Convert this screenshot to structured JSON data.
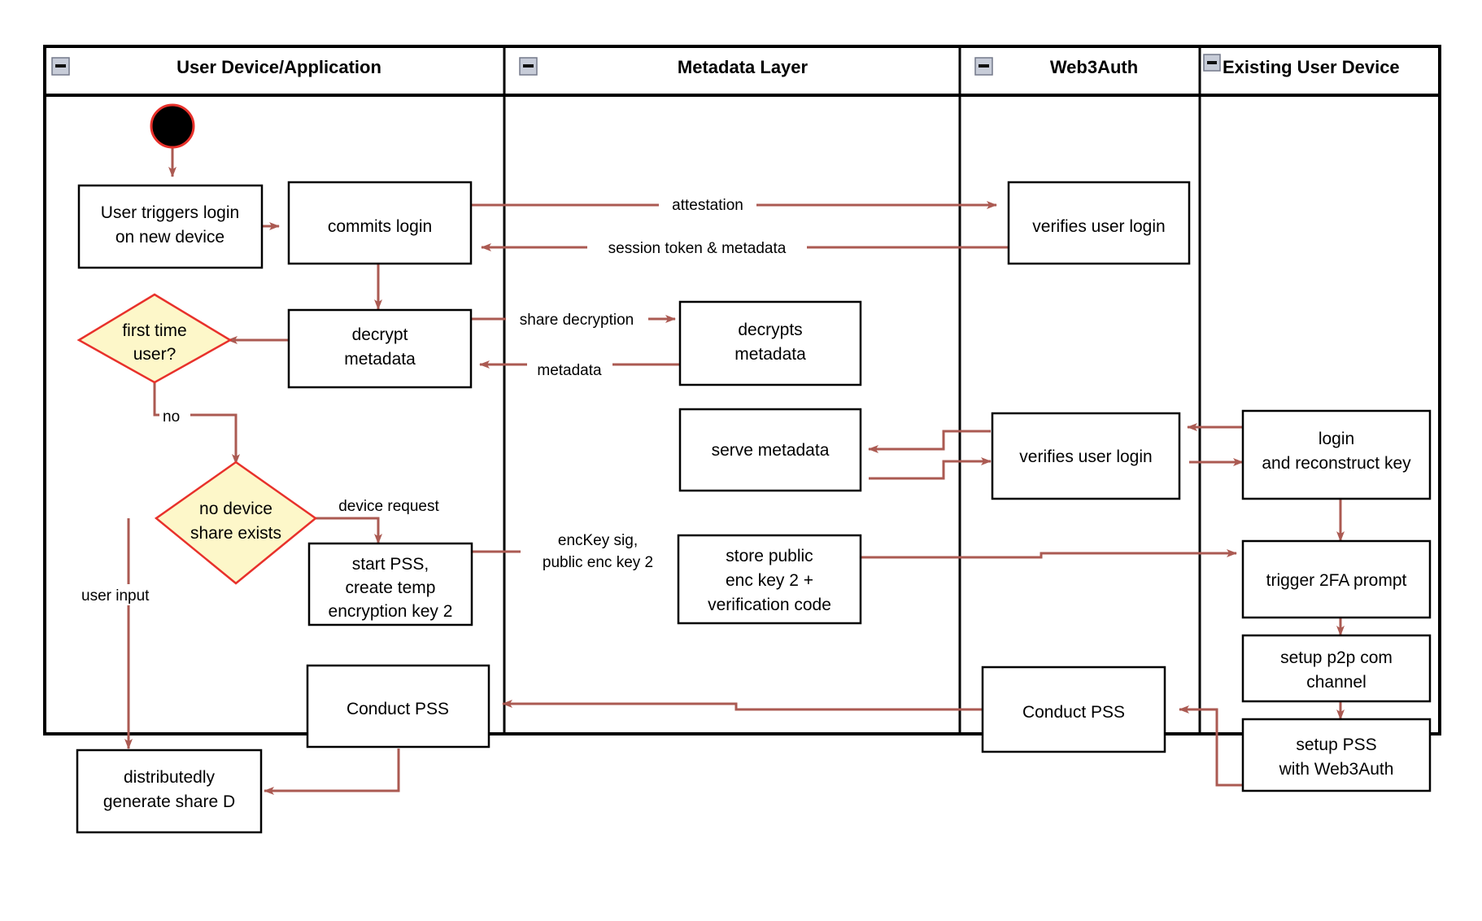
{
  "diagram": {
    "title": "Web3Auth new-device login activity diagram",
    "colors": {
      "lane_border": "#000000",
      "node_border": "#000000",
      "node_fill": "#ffffff",
      "decision_fill": "#fdf7c9",
      "decision_border": "#e8312b",
      "flow_arrow": "#ab5a52",
      "start_node_fill": "#000000",
      "start_node_border": "#e8312b",
      "background": "#ffffff"
    },
    "lanes": [
      {
        "id": "lane-user-device",
        "label": "User Device/Application",
        "collapse_icon": "collapse-minus-icon"
      },
      {
        "id": "lane-metadata",
        "label": "Metadata Layer",
        "collapse_icon": "collapse-minus-icon"
      },
      {
        "id": "lane-web3auth",
        "label": "Web3Auth",
        "collapse_icon": "collapse-minus-icon"
      },
      {
        "id": "lane-existing-device",
        "label": "Existing User Device",
        "collapse_icon": "collapse-minus-icon"
      }
    ],
    "nodes": [
      {
        "id": "start",
        "type": "start",
        "label": "",
        "lane": "lane-user-device"
      },
      {
        "id": "n-user-triggers",
        "type": "action",
        "lane": "lane-user-device",
        "lines": [
          "User triggers login",
          "on new device"
        ]
      },
      {
        "id": "n-commits-login",
        "type": "action",
        "lane": "lane-user-device",
        "lines": [
          "commits login"
        ]
      },
      {
        "id": "n-decrypt-metadata",
        "type": "action",
        "lane": "lane-user-device",
        "lines": [
          "decrypt",
          "metadata"
        ]
      },
      {
        "id": "n-first-time-user",
        "type": "decision",
        "lane": "lane-user-device",
        "lines": [
          "first time",
          "user?"
        ]
      },
      {
        "id": "n-no-device-share",
        "type": "decision",
        "lane": "lane-user-device",
        "lines": [
          "no device",
          "share exists"
        ]
      },
      {
        "id": "n-start-pss",
        "type": "action",
        "lane": "lane-user-device",
        "lines": [
          "start PSS,",
          "create temp",
          "encryption key 2"
        ]
      },
      {
        "id": "n-conduct-pss-left",
        "type": "action",
        "lane": "lane-user-device",
        "lines": [
          "Conduct PSS"
        ]
      },
      {
        "id": "n-generate-share-d",
        "type": "action",
        "lane": "lane-user-device",
        "lines": [
          "distributedly",
          "generate share D"
        ]
      },
      {
        "id": "n-decrypts-metadata",
        "type": "action",
        "lane": "lane-metadata",
        "lines": [
          "decrypts",
          "metadata"
        ]
      },
      {
        "id": "n-serve-metadata",
        "type": "action",
        "lane": "lane-metadata",
        "lines": [
          "serve metadata"
        ]
      },
      {
        "id": "n-store-public-enc",
        "type": "action",
        "lane": "lane-metadata",
        "lines": [
          "store public",
          "enc key 2 +",
          "verification code"
        ]
      },
      {
        "id": "n-verifies-login-top",
        "type": "action",
        "lane": "lane-web3auth",
        "lines": [
          "verifies user login"
        ]
      },
      {
        "id": "n-verifies-login-mid",
        "type": "action",
        "lane": "lane-web3auth",
        "lines": [
          "verifies user login"
        ]
      },
      {
        "id": "n-conduct-pss-right",
        "type": "action",
        "lane": "lane-web3auth",
        "lines": [
          "Conduct PSS"
        ]
      },
      {
        "id": "n-login-reconstruct",
        "type": "action",
        "lane": "lane-existing-device",
        "lines": [
          "login",
          "and reconstruct key"
        ]
      },
      {
        "id": "n-trigger-2fa",
        "type": "action",
        "lane": "lane-existing-device",
        "lines": [
          "trigger 2FA prompt"
        ]
      },
      {
        "id": "n-setup-p2p",
        "type": "action",
        "lane": "lane-existing-device",
        "lines": [
          "setup p2p com",
          "channel"
        ]
      },
      {
        "id": "n-setup-pss-web3auth",
        "type": "action",
        "lane": "lane-existing-device",
        "lines": [
          "setup PSS",
          "with Web3Auth"
        ]
      }
    ],
    "edge_labels": [
      {
        "id": "lbl-attestation",
        "lines": [
          "attestation"
        ]
      },
      {
        "id": "lbl-session-token",
        "lines": [
          "session token & metadata"
        ]
      },
      {
        "id": "lbl-share-decryption",
        "lines": [
          "share decryption"
        ]
      },
      {
        "id": "lbl-metadata",
        "lines": [
          "metadata"
        ]
      },
      {
        "id": "lbl-no",
        "lines": [
          "no"
        ]
      },
      {
        "id": "lbl-device-request",
        "lines": [
          "device request"
        ]
      },
      {
        "id": "lbl-user-input",
        "lines": [
          "user input"
        ]
      },
      {
        "id": "lbl-enckey-sig",
        "lines": [
          "encKey sig,",
          "public enc key 2"
        ]
      }
    ]
  }
}
